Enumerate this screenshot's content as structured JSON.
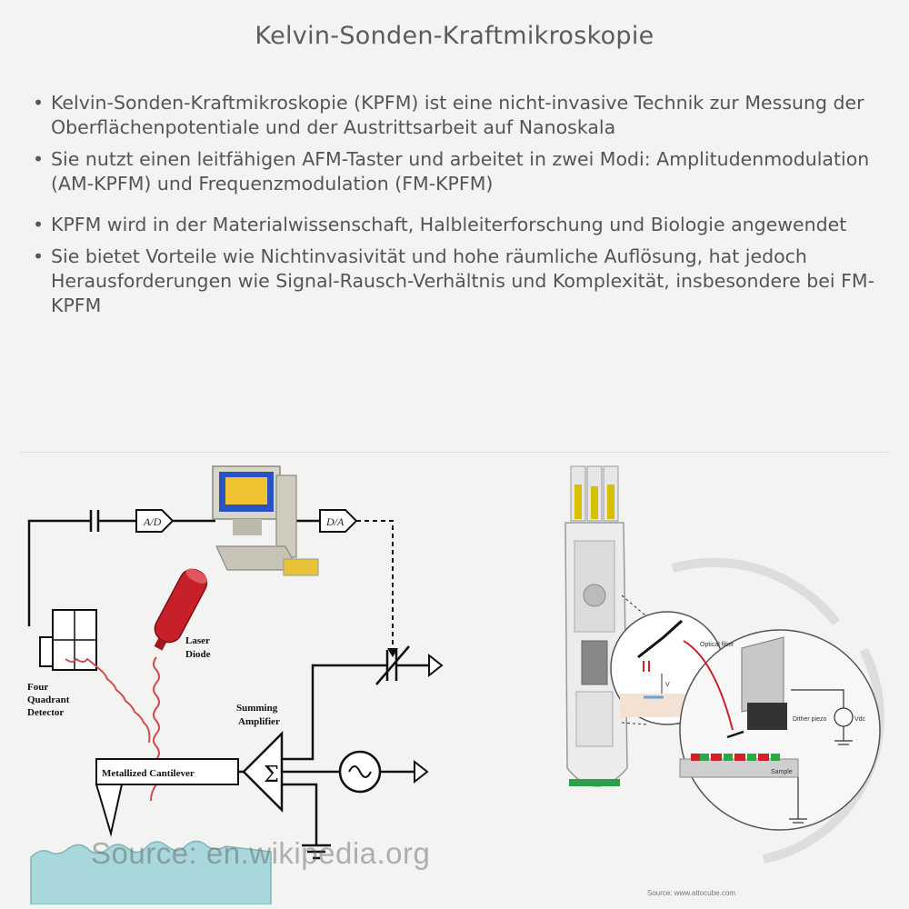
{
  "page": {
    "title": "Kelvin-Sonden-Kraftmikroskopie"
  },
  "bullets": [
    "Kelvin-Sonden-Kraftmikroskopie (KPFM) ist eine nicht-invasive Technik zur Messung der Oberflächenpotentiale und der Austrittsarbeit auf Nanoskala",
    "Sie nutzt einen leitfähigen AFM-Taster und arbeitet in zwei Modi: Amplitudenmodulation (AM-KPFM) und Frequenzmodulation (FM-KPFM)",
    "KPFM wird in der Materialwissenschaft, Halbleiterforschung und Biologie angewendet",
    "Sie bietet Vorteile wie Nichtinvasivität und hohe räumliche Auflösung, hat jedoch Herausforderungen wie Signal-Rausch-Verhältnis und Komplexität, insbesondere bei FM-KPFM"
  ],
  "kpfm_diagram": {
    "ad_label": "A/D",
    "da_label": "D/A",
    "laser_label_1": "Laser",
    "laser_label_2": "Diode",
    "detector_label_1": "Four",
    "detector_label_2": "Quadrant",
    "detector_label_3": "Detector",
    "amplifier_label_1": "Summing",
    "amplifier_label_2": "Amplifier",
    "sigma": "Σ",
    "cantilever_label": "Metallized Cantilever",
    "source_watermark": "Source: en.wikipedia.org"
  },
  "afm_diagram": {
    "optical_fiber_label": "Optical fiber",
    "dither_piezo_label": "Dither piezo",
    "sample_label": "Sample",
    "v_label": "V",
    "vdc_label": "Vdc",
    "source_small": "Source: www.attocube.com"
  },
  "colors": {
    "background": "#f3f3f2",
    "text": "#555555",
    "laser_red": "#c8202a",
    "sample_red": "#d0202a",
    "sample_green": "#2aa84a"
  }
}
